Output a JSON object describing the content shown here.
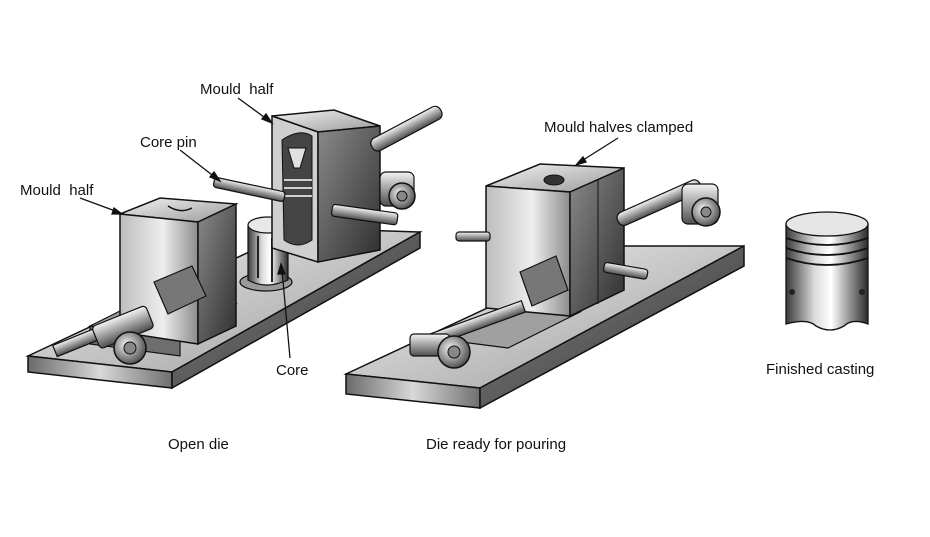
{
  "labels": {
    "mould_half_top": "Mould  half",
    "core_pin": "Core pin",
    "mould_half_left": "Mould  half",
    "core": "Core",
    "mould_halves_clamped": "Mould halves clamped",
    "finished_casting": "Finished casting"
  },
  "captions": {
    "open_die": "Open die",
    "die_ready": "Die ready for pouring"
  },
  "colors": {
    "ink": "#111111",
    "metal_light": "#e6e6e6",
    "metal_mid": "#a8a8a8",
    "metal_dark": "#5a5a5a"
  }
}
